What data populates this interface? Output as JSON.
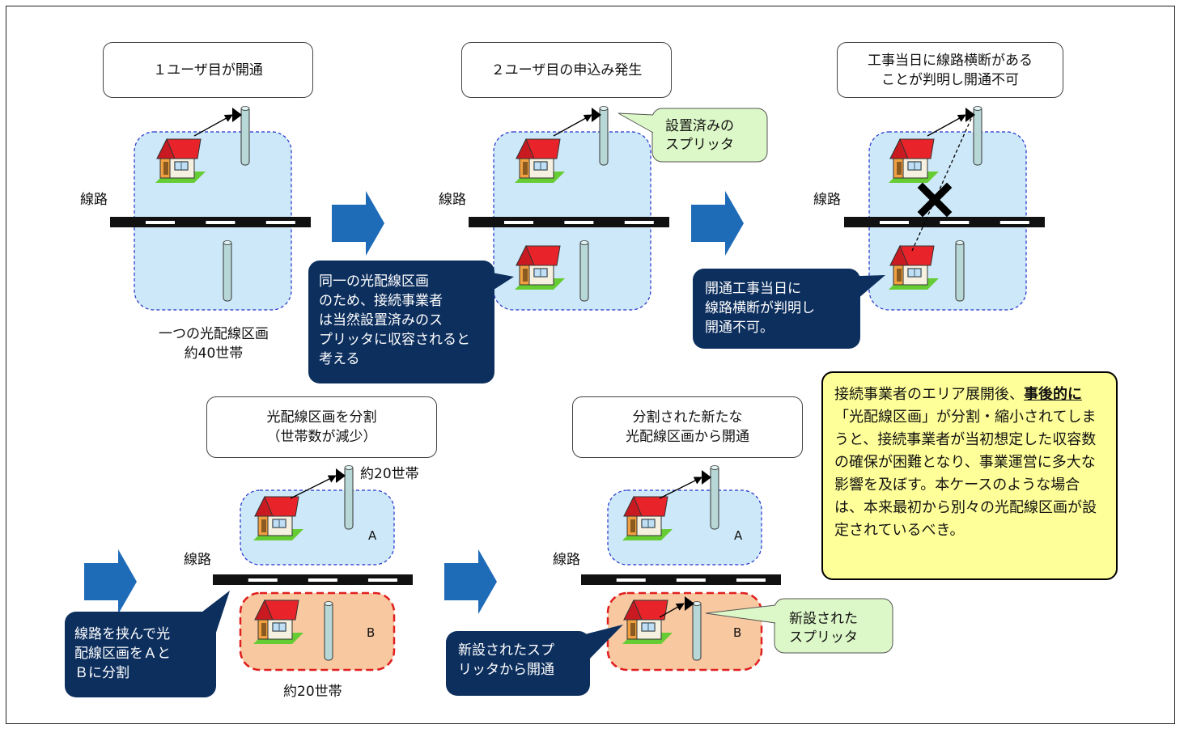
{
  "steps": {
    "step1_title": "１ユーザ目が開通",
    "step2_title": "２ユーザ目の申込み発生",
    "step3_title": "工事当日に線路横断がある\nことが判明し開通不可",
    "step4_title": "光配線区画を分割\n（世帯数が減少）",
    "step5_title": "分割された新たな\n光配線区画から開通"
  },
  "labels": {
    "road_label": "線路",
    "area_label_one": "一つの光配線区画\n約40世帯",
    "households_a": "約20世帯",
    "households_b": "約20世帯",
    "zone_a": "A",
    "zone_b": "B"
  },
  "callouts": {
    "same_area": "同一の光配線区画\nのため、接続事業者\nは当然設置済みのス\nプリッタに収容されると\n考える",
    "crossing": "開通工事当日に\n線路横断が判明し\n開通不可。",
    "split": "線路を挟んで光\n配線区画をＡと\nＢに分割",
    "new_splitter_open": "新設されたスプ\nリッタから開通",
    "installed_splitter": "設置済みの\nスプリッタ",
    "new_splitter": "新設された\nスプリッタ"
  },
  "note": {
    "part1": "接続事業者のエリア展開後、",
    "part2": "事後的に",
    "part3": "「光配線区画」が分割・縮小されてしまうと、接続事業者が当初想定した収容数の確保が困難となり、事業運営に多大な影響を及ぼす。本ケースのような場合は、本来最初から別々の光配線区画が設定されているべき。"
  },
  "colors": {
    "area_fill": "#cde8f8",
    "area_border": "#2233cc",
    "zone_b_fill": "#f8c8a0",
    "zone_b_border": "#e02020",
    "arrow": "#1e6bb8",
    "callout_dark": "#0d2f5e",
    "callout_green": "#ddf8c8",
    "note_fill": "#ffff99",
    "house_roof": "#e8242a",
    "pole": "#b8d8d8"
  },
  "icons": [
    "house-icon",
    "splitter-pole-icon",
    "road-icon",
    "arrow-right-icon",
    "cross-mark-icon"
  ]
}
